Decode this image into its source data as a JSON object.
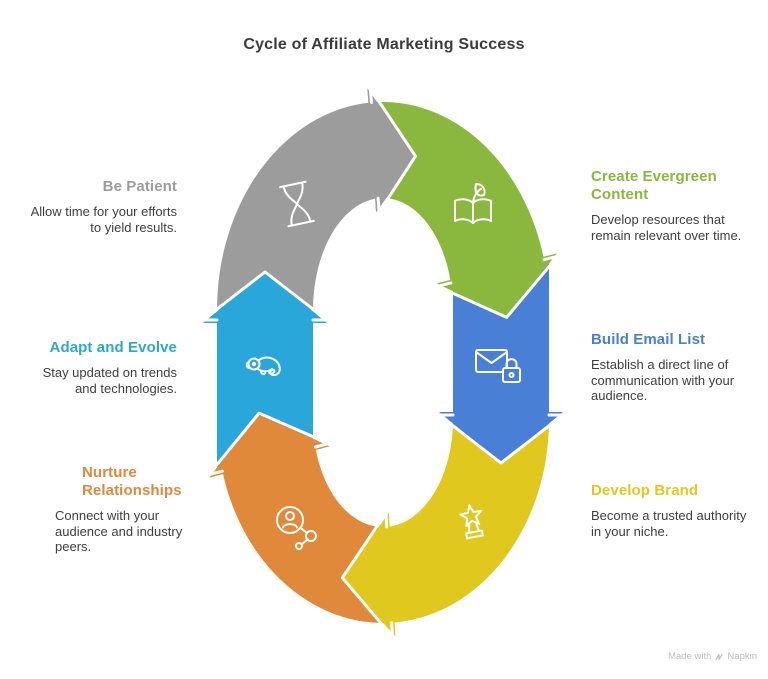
{
  "title": "Cycle of Affiliate Marketing Success",
  "steps": [
    {
      "name": "be-patient",
      "label_lines": [
        "Be Patient"
      ],
      "desc_lines": [
        "Allow time for your efforts",
        "to yield results."
      ],
      "color": "#9C9C9C",
      "icon": "hourglass-icon"
    },
    {
      "name": "create-evergreen-content",
      "label_lines": [
        "Create Evergreen",
        "Content"
      ],
      "desc_lines": [
        "Develop resources that",
        "remain relevant over time."
      ],
      "color": "#8AB83E",
      "icon": "book-leaf-icon"
    },
    {
      "name": "build-email-list",
      "label_lines": [
        "Build Email List"
      ],
      "desc_lines": [
        "Establish a direct line of",
        "communication with your",
        "audience."
      ],
      "color": "#4A7FD6",
      "icon": "email-lock-icon"
    },
    {
      "name": "develop-brand",
      "label_lines": [
        "Develop Brand"
      ],
      "desc_lines": [
        "Become a trusted authority",
        "in your niche."
      ],
      "color": "#E0C81F",
      "icon": "trophy-star-icon"
    },
    {
      "name": "nurture-relationships",
      "label_lines": [
        "Nurture",
        "Relationships"
      ],
      "desc_lines": [
        "Connect with your",
        "audience and industry",
        "peers."
      ],
      "color": "#E0893A",
      "icon": "people-network-icon"
    },
    {
      "name": "adapt-and-evolve",
      "label_lines": [
        "Adapt and Evolve"
      ],
      "desc_lines": [
        "Stay updated on trends",
        "and technologies."
      ],
      "color": "#2AA7DA",
      "icon": "chameleon-icon"
    }
  ],
  "watermark": {
    "prefix": "Made with",
    "brand": "Napkin"
  }
}
